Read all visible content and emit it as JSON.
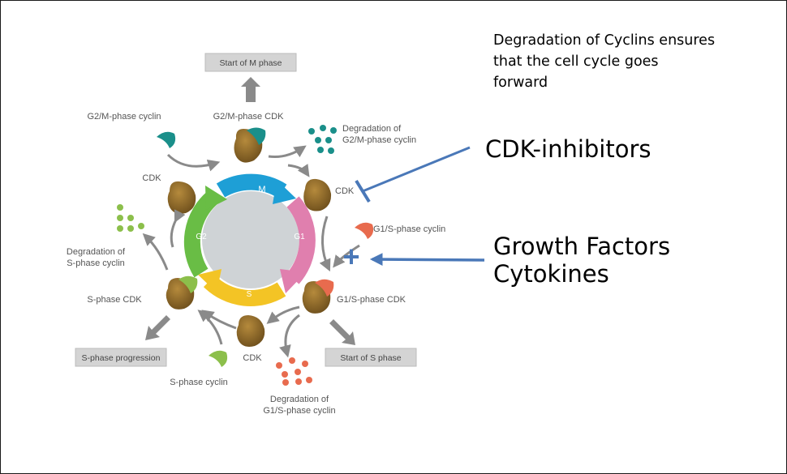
{
  "note": {
    "lines": [
      "Degradation of Cyclins ensures",
      "that the cell cycle goes",
      "forward"
    ]
  },
  "callouts": {
    "inhibitors": "CDK-inhibitors",
    "growth_line1": "Growth Factors",
    "growth_line2": "Cytokines"
  },
  "diagram": {
    "phases": {
      "m": "M",
      "g1": "G1",
      "s": "S",
      "g2": "G2"
    },
    "boxes": {
      "m_start": "Start of M phase",
      "s_start": "Start of S phase",
      "s_progression": "S-phase progression"
    },
    "labels": {
      "g2m_cyclin": "G2/M-phase cyclin",
      "g2m_cdk": "G2/M-phase CDK",
      "deg_g2m_1": "Degradation of",
      "deg_g2m_2": "G2/M-phase cyclin",
      "cdk_top_left": "CDK",
      "cdk_right": "CDK",
      "g1s_cyclin": "G1/S-phase cyclin",
      "g1s_cdk": "G1/S-phase CDK",
      "deg_s_1": "Degradation of",
      "deg_s_2": "S-phase cyclin",
      "s_cdk": "S-phase CDK",
      "cdk_bottom": "CDK",
      "s_cyclin": "S-phase cyclin",
      "deg_g1s_1": "Degradation of",
      "deg_g1s_2": "G1/S-phase cyclin"
    },
    "plus_symbol": "+"
  },
  "colors": {
    "arrow_blue": "#4a78b8",
    "m_phase": "#1e9fd6",
    "g1_phase": "#e07fae",
    "s_phase": "#f3c425",
    "g2_phase": "#69bd45",
    "cdk_body": "#8e6a2c",
    "g2m_cyclin": "#1a8f8a",
    "g1s_cyclin": "#e86b4e",
    "s_cyclin": "#8cbf4b"
  }
}
